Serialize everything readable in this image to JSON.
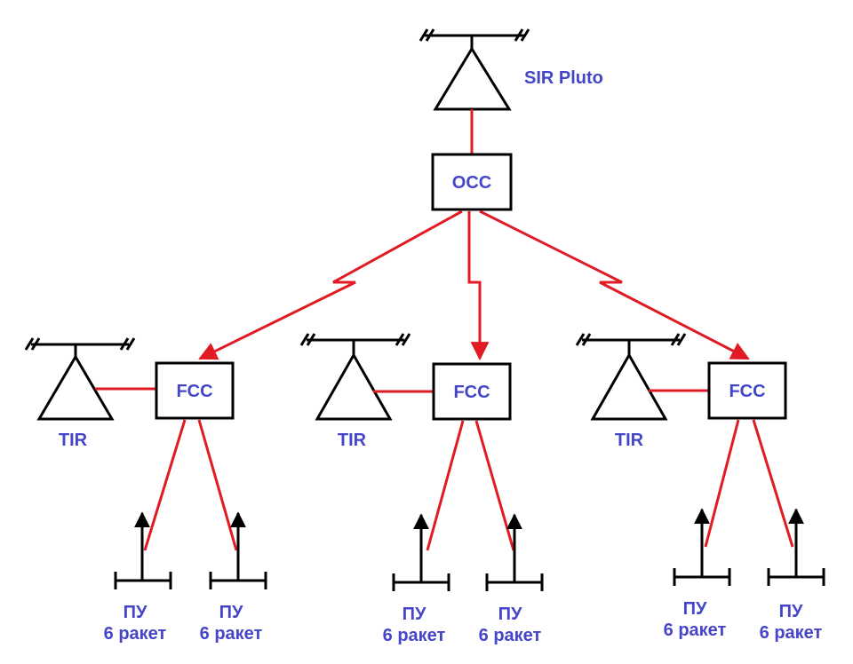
{
  "colors": {
    "link": "#e01b24",
    "box": "#000000",
    "text": "#4545c8",
    "equipment": "#000000"
  },
  "top": {
    "antenna_label": "SIR Pluto",
    "box_label": "OCC"
  },
  "groups": [
    {
      "antenna_label": "TIR",
      "box_label": "FCC",
      "launchers": [
        {
          "line1": "ПУ",
          "line2": "6 ракет"
        },
        {
          "line1": "ПУ",
          "line2": "6 ракет"
        }
      ]
    },
    {
      "antenna_label": "TIR",
      "box_label": "FCC",
      "launchers": [
        {
          "line1": "ПУ",
          "line2": "6 ракет"
        },
        {
          "line1": "ПУ",
          "line2": "6 ракет"
        }
      ]
    },
    {
      "antenna_label": "TIR",
      "box_label": "FCC",
      "launchers": [
        {
          "line1": "ПУ",
          "line2": "6 ракет"
        },
        {
          "line1": "ПУ",
          "line2": "6 ракет"
        }
      ]
    }
  ]
}
